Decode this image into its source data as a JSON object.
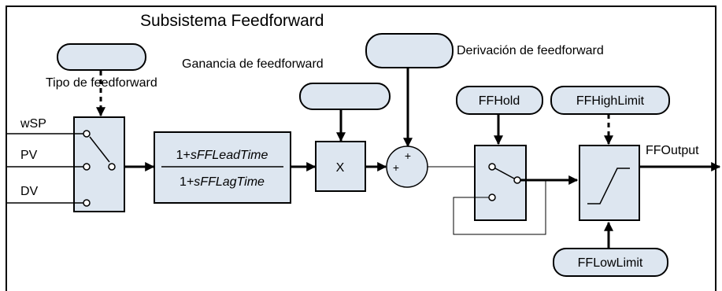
{
  "title": "Subsistema Feedforward",
  "labels": {
    "ff_type": "Tipo de feedforward",
    "ff_gain": "Ganancia de feedforward",
    "ff_bias": "Derivación de feedforward",
    "wsp": "wSP",
    "pv": "PV",
    "dv": "DV",
    "output": "FFOutput"
  },
  "blocks": {
    "lead_lag_num_prefix": "1+",
    "lead_lag_num_var": "sFFLeadTime",
    "lead_lag_den_prefix": "1+",
    "lead_lag_den_var": "sFFLagTime",
    "multiplier": "X",
    "sum_plus_top": "+",
    "sum_plus_left": "+",
    "ff_hold": "FFHold",
    "ff_high_limit": "FFHighLimit",
    "ff_low_limit": "FFLowLimit"
  },
  "colors": {
    "block_fill": "#dde6f0",
    "stroke": "#000000",
    "background": "#ffffff"
  }
}
